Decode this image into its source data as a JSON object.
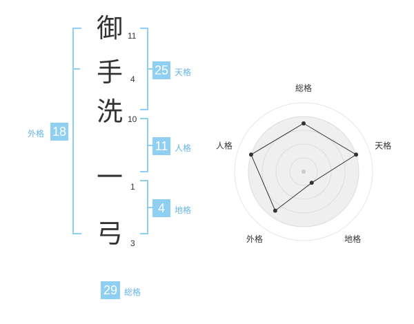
{
  "name_chars": [
    {
      "char": "御",
      "strokes": "11"
    },
    {
      "char": "手",
      "strokes": "4"
    },
    {
      "char": "洗",
      "strokes": "10"
    },
    {
      "char": "一",
      "strokes": "1"
    },
    {
      "char": "弓",
      "strokes": "3"
    }
  ],
  "fortune": {
    "tenkaku": {
      "value": "25",
      "label": "天格"
    },
    "jinkaku": {
      "value": "11",
      "label": "人格"
    },
    "chikaku": {
      "value": "4",
      "label": "地格"
    },
    "gaikaku": {
      "value": "18",
      "label": "外格"
    },
    "soukaku": {
      "value": "29",
      "label": "総格"
    }
  },
  "colors": {
    "accent": "#8ecff2",
    "accent_text": "#64b6e8",
    "text": "#333333",
    "radar_fill": "#efefef"
  },
  "chart_data": {
    "type": "radar",
    "axes": [
      "総格",
      "天格",
      "地格",
      "外格",
      "人格"
    ],
    "values": [
      0.7,
      0.8,
      0.2,
      0.7,
      0.8
    ],
    "range": [
      0,
      1
    ],
    "rings": 4,
    "grid": true
  }
}
